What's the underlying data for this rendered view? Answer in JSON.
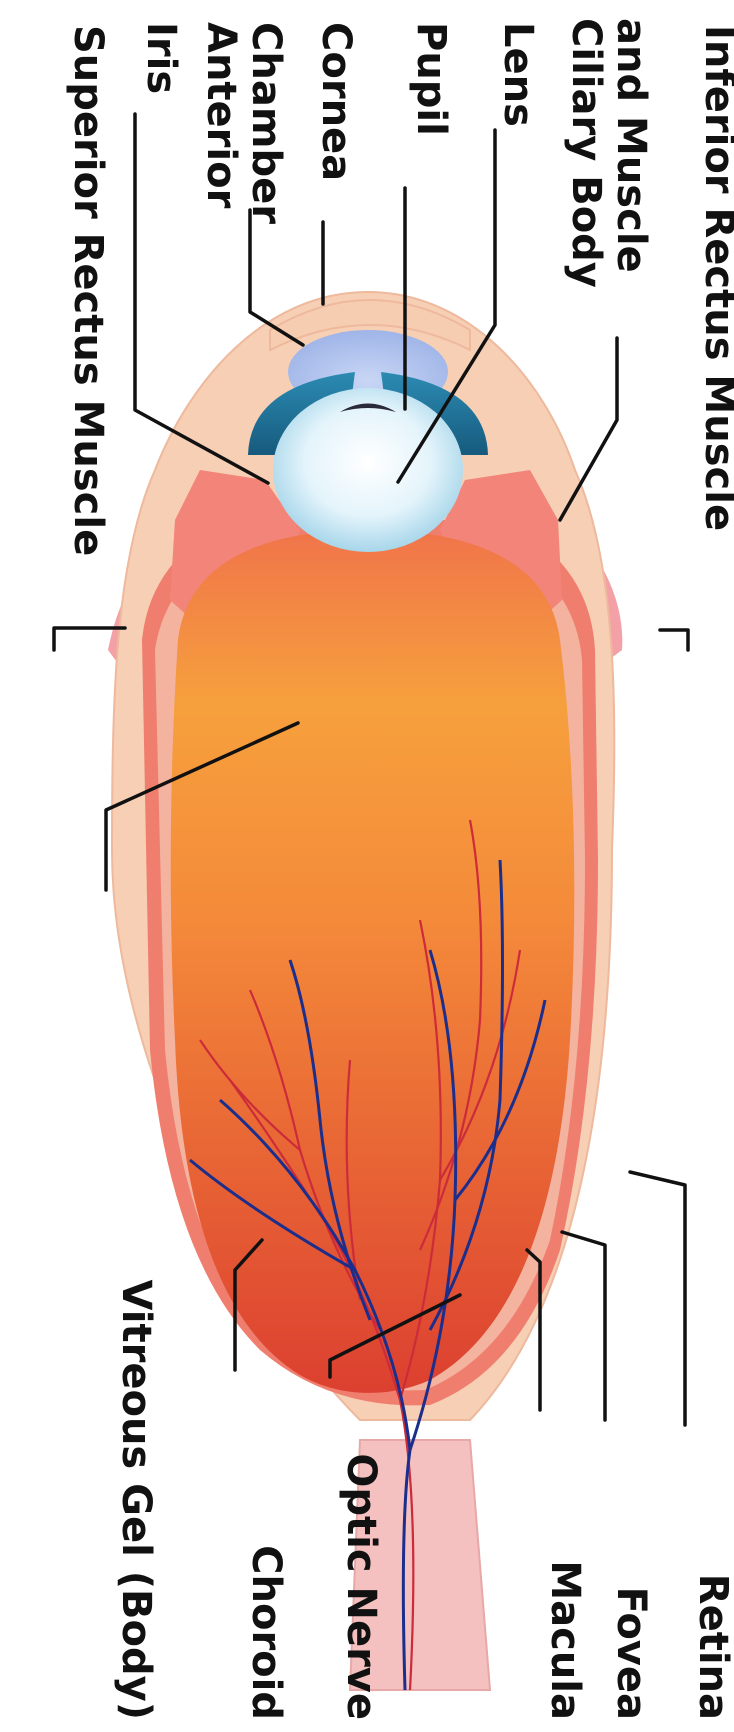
{
  "labels": {
    "superior_rectus_muscle": "Superior Rectus Muscle",
    "iris": "Iris",
    "anterior_chamber_line1": "Anterior",
    "anterior_chamber_line2": "Chamber",
    "cornea": "Cornea",
    "pupil": "Pupil",
    "lens": "Lens",
    "ciliary_line1": "Ciliary Body",
    "ciliary_line2": "and Muscle",
    "inferior_rectus_muscle": "Inferior Rectus Muscle",
    "vitreous_gel": "Vitreous Gel (Body)",
    "choroid": "Choroid",
    "optic_nerve": "Optic Nerve",
    "macula": "Macula",
    "fovea": "Fovea",
    "retina": "Retina"
  },
  "colors": {
    "sclera": "#f6cfb4",
    "choroid": "#f07e6e",
    "vitreous_top": "#f7a23c",
    "vitreous_bottom": "#e04a32",
    "cornea": "#f7cdb2",
    "iris": "#1f6e92",
    "lens": "#d7eef7",
    "ciliary": "#f28479",
    "muscle": "#f3a0a6",
    "optic_nerve": "#f5c0c0",
    "artery": "#cc2b3a",
    "vein": "#1c2e8c",
    "label": "#111111"
  }
}
